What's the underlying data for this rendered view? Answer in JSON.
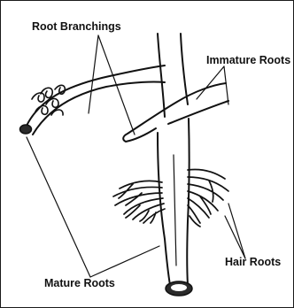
{
  "labels": {
    "root_branchings": "Root Branchings",
    "immature_roots": "Immature Roots",
    "hair_roots": "Hair Roots",
    "mature_roots": "Mature Roots"
  },
  "colors": {
    "ink": "#111111",
    "root_tip": "#2b2b2b",
    "background": "#ffffff"
  }
}
